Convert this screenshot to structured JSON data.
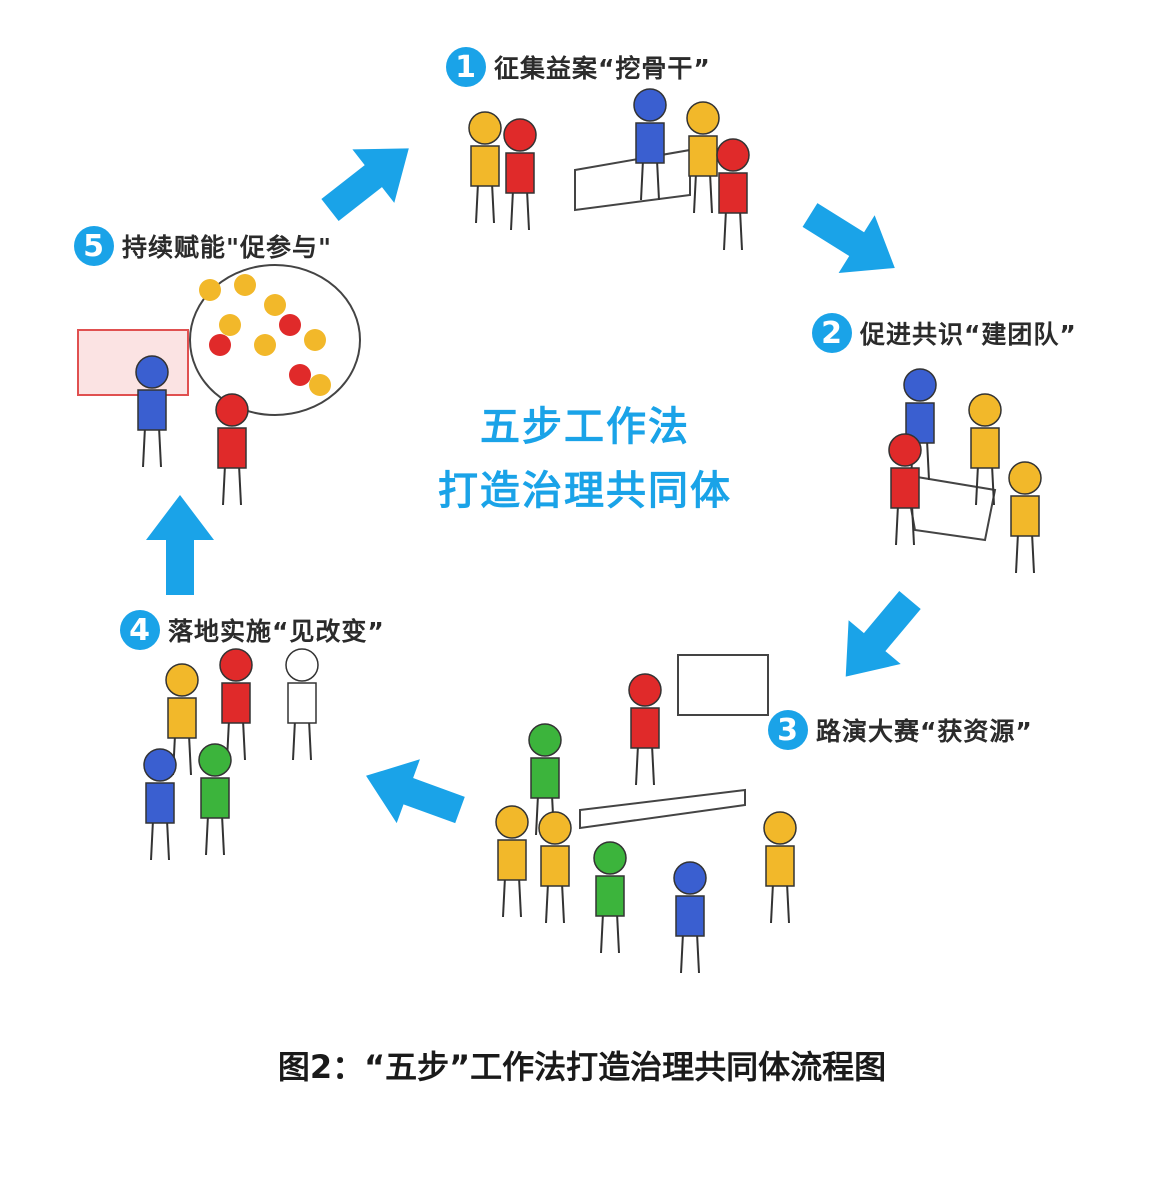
{
  "title": {
    "line1": "五步工作法",
    "line2": "打造治理共同体"
  },
  "steps": [
    {
      "number": "1",
      "label": "征集益案“挖骨干”"
    },
    {
      "number": "2",
      "label": "促进共识“建团队”"
    },
    {
      "number": "3",
      "label": "路演大赛“获资源”"
    },
    {
      "number": "4",
      "label": "落地实施“见改变”"
    },
    {
      "number": "5",
      "label": "持续赋能\"促参与\""
    }
  ],
  "caption": "图2：“五步”工作法打造治理共同体流程图",
  "colors": {
    "accent": "#1aa3e8",
    "blue": "#3a5fd0",
    "red": "#e02a2a",
    "yellow": "#f2b82a",
    "green": "#3cb43c"
  }
}
